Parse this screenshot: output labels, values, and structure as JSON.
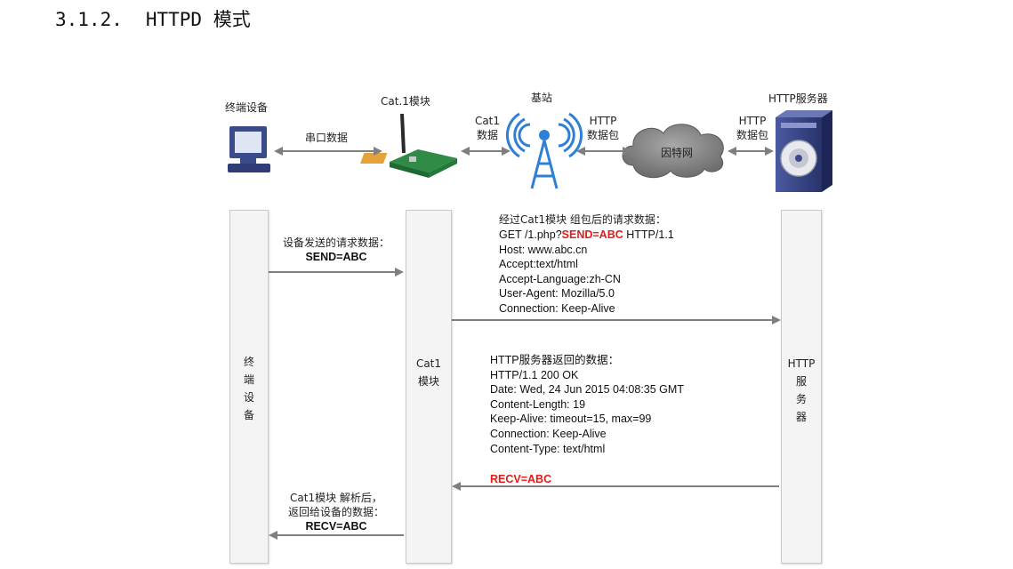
{
  "section": {
    "number": "3.1.2.",
    "title": "HTTPD 模式"
  },
  "top": {
    "terminal_label": "终端设备",
    "serial_label": "串口数据",
    "module_label": "Cat.1模块",
    "cat1_label_1": "Cat1",
    "cat1_label_2": "数据",
    "base_station_label": "基站",
    "http_label_1": "HTTP",
    "http_label_2": "数据包",
    "cloud_label": "因特网",
    "http2_label_1": "HTTP",
    "http2_label_2": "数据包",
    "server_label": "HTTP服务器"
  },
  "columns": {
    "terminal": [
      "终",
      "端",
      "设",
      "备"
    ],
    "module": [
      "Cat1",
      "模块"
    ],
    "server": [
      "HTTP",
      "服",
      "务",
      "器"
    ]
  },
  "request": {
    "device_caption": "设备发送的请求数据：",
    "device_value": "SEND=ABC",
    "module_caption": "经过Cat1模块 组包后的请求数据：",
    "line1_prefix": "GET /1.php?",
    "line1_highlight": "SEND=ABC",
    "line1_suffix": " HTTP/1.1",
    "lines": [
      "Host: www.abc.cn",
      "Accept:text/html",
      "Accept-Language:zh-CN",
      "User-Agent: Mozilla/5.0",
      "Connection: Keep-Alive"
    ]
  },
  "response": {
    "caption": "HTTP服务器返回的数据：",
    "lines": [
      "HTTP/1.1 200 OK",
      "Date: Wed, 24 Jun 2015 04:08:35 GMT",
      "Content-Length: 19",
      "Keep-Alive: timeout=15, max=99",
      "Connection: Keep-Alive",
      "Content-Type: text/html"
    ],
    "highlight": "RECV=ABC"
  },
  "reply": {
    "caption_1": "Cat1模块 解析后，",
    "caption_2": "返回给设备的数据：",
    "value": "RECV=ABC"
  },
  "colors": {
    "arrow": "#7f7f7f",
    "highlight": "#e21b1b",
    "server": "#3c4a8a",
    "tower": "#2f7fd6"
  }
}
